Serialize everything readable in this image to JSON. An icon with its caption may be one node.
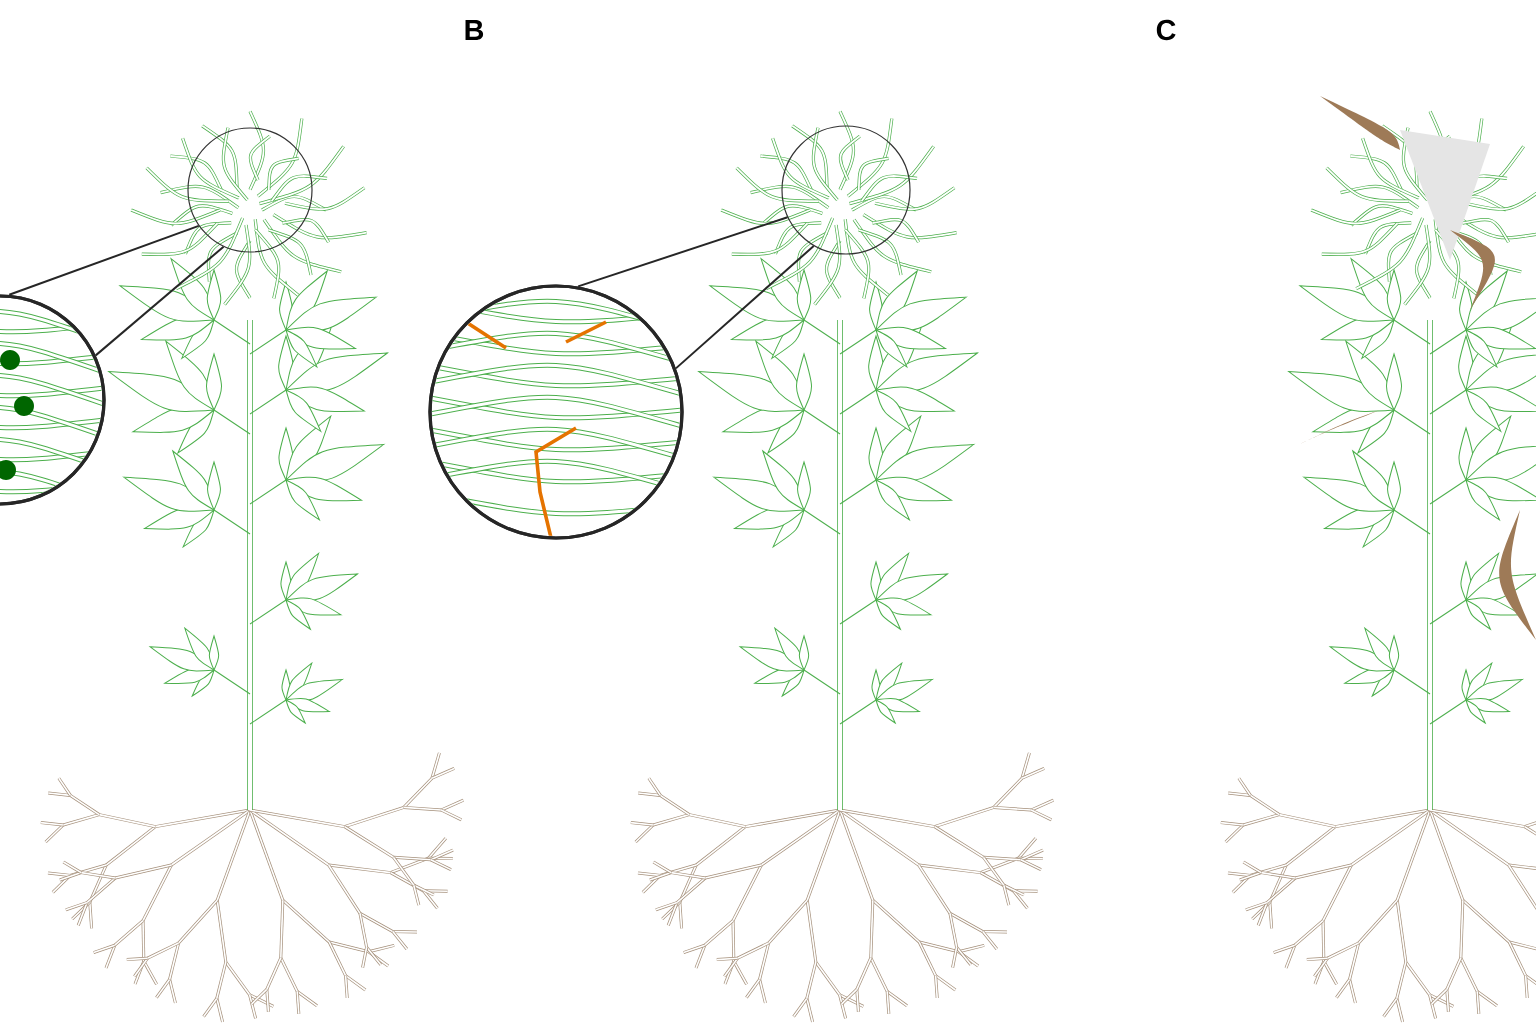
{
  "diagram": {
    "nodes": [
      {
        "text": [],
        "shape": "circle"
      },
      {
        "text": [],
        "shape": "circle"
      },
      {
        "text": [],
        "shape": "circle"
      },
      {
        "text": [],
        "shape": "circle"
      }
    ],
    "edges": [
      {
        "from": 0,
        "to": 1,
        "arrow": "none"
      },
      {
        "from": 0,
        "to": 1,
        "arrow": "none"
      },
      {
        "from": 2,
        "to": 3,
        "arrow": "none"
      },
      {
        "from": 2,
        "to": 3,
        "arrow": "none"
      }
    ],
    "labels": [
      "B",
      "C"
    ]
  }
}
